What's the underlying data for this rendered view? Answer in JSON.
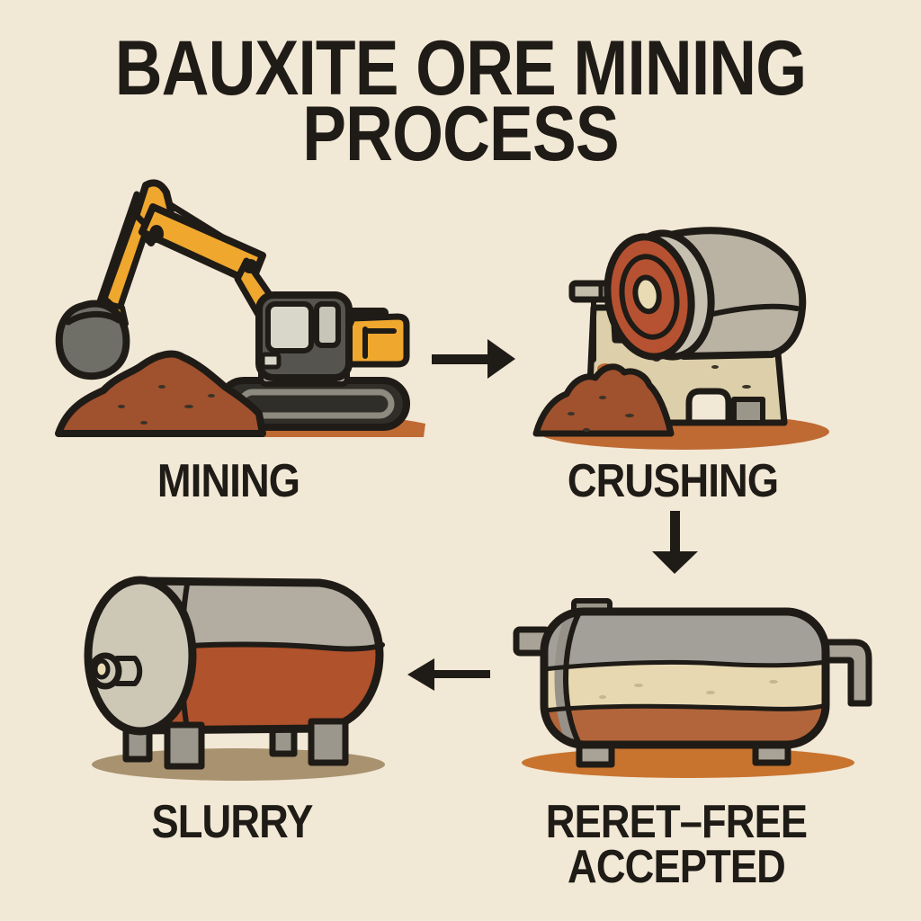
{
  "title": {
    "line1": "BAUXITE ORE MINING",
    "line2": "PROCESS"
  },
  "stages": {
    "mining": {
      "label": "MINING"
    },
    "crushing": {
      "label": "CRUSHING"
    },
    "slurry": {
      "label": "SLURRY"
    },
    "accepted": {
      "label_line1": "RERET–FREE",
      "label_line2": "ACCEPTED"
    }
  },
  "arrows": [
    {
      "direction": "right",
      "from": "MINING",
      "to": "CRUSHING"
    },
    {
      "direction": "down",
      "from": "CRUSHING",
      "to": "RERET–FREE ACCEPTED"
    },
    {
      "direction": "left",
      "from": "RERET–FREE ACCEPTED",
      "to": "SLURRY"
    }
  ],
  "colors": {
    "background": "#f2e8d6",
    "outline": "#1f1b16",
    "excavator_yellow": "#efa72e",
    "cab_gray": "#55544e",
    "window_gray": "#d9d6ca",
    "track_dark": "#2f2e29",
    "track_inner": "#8d8b80",
    "bucket_gray": "#6f6e67",
    "dirt_brown": "#a0512e",
    "ground_orange": "#bf6a33",
    "crusher_red": "#b65231",
    "center_cream": "#e9dcb4",
    "machine_gray": "#bab3a4",
    "base_tan": "#ddcfa9",
    "tank_gray": "#a3a09a",
    "tank_cream": "#e8d8b2",
    "tank_rust": "#b2653a",
    "shadow_orange": "#c9742e",
    "slurry_cap": "#cdc7b6",
    "slurry_rust": "#b0522c",
    "slurry_shadow": "#a8926f"
  }
}
